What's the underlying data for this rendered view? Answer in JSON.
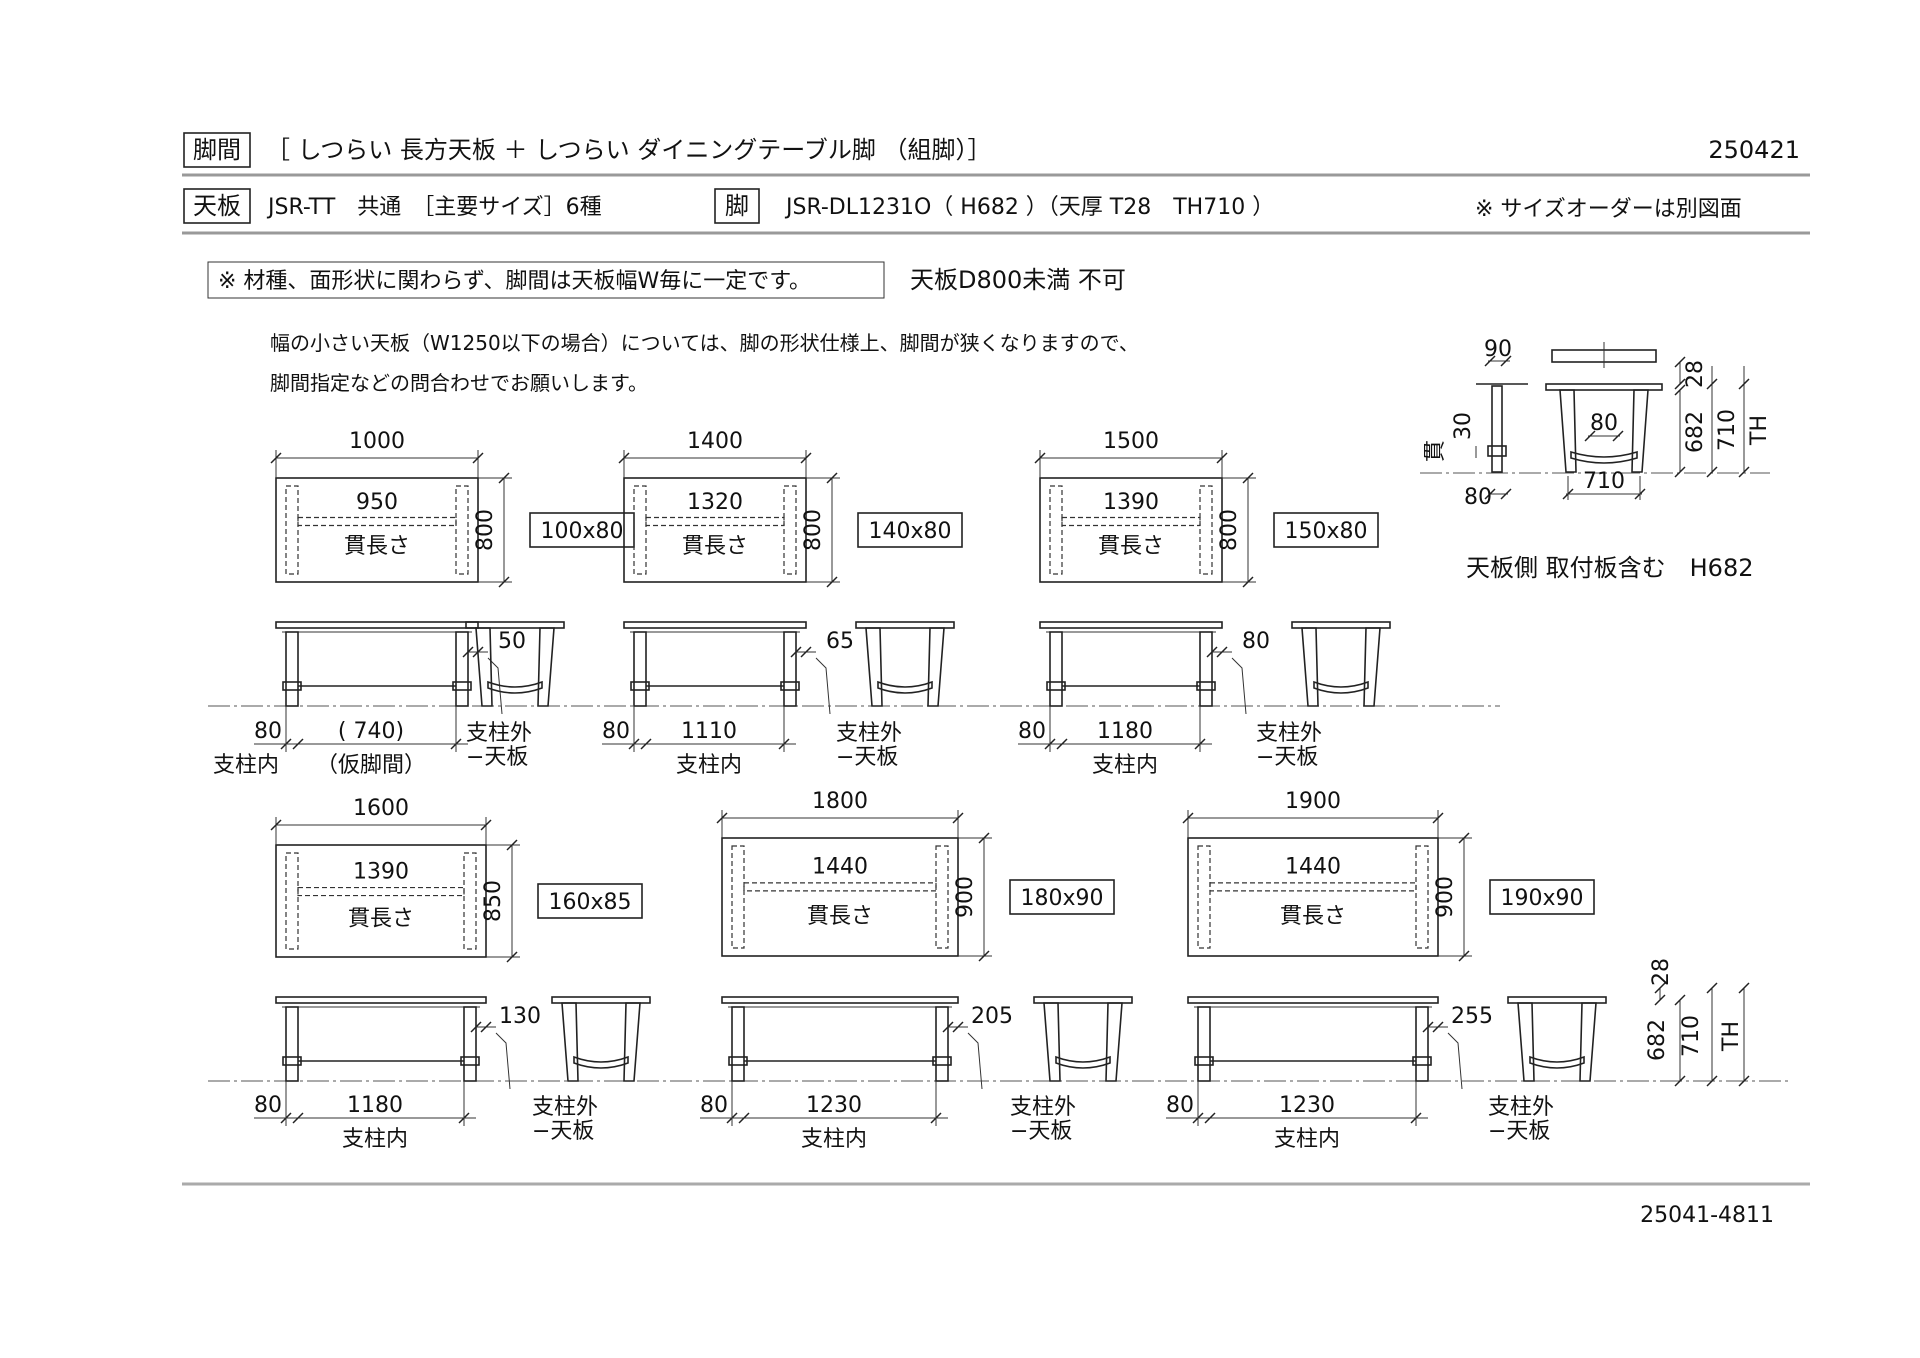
{
  "header": {
    "tag_legspace": "脚間",
    "title": "［ しつらい 長方天板 ＋ しつらい ダイニングテーブル脚 （組脚）］",
    "date_code": "250421",
    "tag_top": "天板",
    "top_model": "JSR-TT　共通　［主要サイズ］6種",
    "tag_leg": "脚",
    "leg_model": "JSR-DL1231O（ H682 ）（天厚 T28　TH710 ）",
    "size_order_note": "※ サイズオーダーは別図面"
  },
  "notes": {
    "boxed_note": "※ 材種、面形状に関わらず、脚間は天板幅W毎に一定です。",
    "limit_note": "天板D800未満 不可",
    "desc_line1": "幅の小さい天板（W1250以下の場合）については、脚の形状仕様上、脚間が狭くなりますので、",
    "desc_line2": "脚間指定などの問合わせでお願いします。"
  },
  "detail": {
    "leg_w": "90",
    "top_t": "28",
    "brace_h": "30",
    "brace_label": "貫",
    "lb": "80",
    "stance": "80",
    "leg_h": "682",
    "th": "710",
    "th_label": "TH",
    "foot_w": "80",
    "spread": "710",
    "caption": "天板側 取付板含む　H682"
  },
  "common": {
    "brace_len_label": "貫長さ",
    "inner_label": "支柱内",
    "outer_label1": "支柱外",
    "outer_label2": "−天板",
    "leg_w": "80",
    "temp_label": "（仮脚間）",
    "th_label": "TH"
  },
  "tables": [
    {
      "width": "1000",
      "inner_top": "950",
      "depth": "800",
      "code": "100x80",
      "overhang": "50",
      "leg": "80",
      "inner": "( 740)"
    },
    {
      "width": "1400",
      "inner_top": "1320",
      "depth": "800",
      "code": "140x80",
      "overhang": "65",
      "leg": "80",
      "inner": "1110"
    },
    {
      "width": "1500",
      "inner_top": "1390",
      "depth": "800",
      "code": "150x80",
      "overhang": "80",
      "leg": "80",
      "inner": "1180"
    },
    {
      "width": "1600",
      "inner_top": "1390",
      "depth": "850",
      "code": "160x85",
      "overhang": "130",
      "leg": "80",
      "inner": "1180"
    },
    {
      "width": "1800",
      "inner_top": "1440",
      "depth": "900",
      "code": "180x90",
      "overhang": "205",
      "leg": "80",
      "inner": "1230"
    },
    {
      "width": "1900",
      "inner_top": "1440",
      "depth": "900",
      "code": "190x90",
      "overhang": "255",
      "leg": "80",
      "inner": "1230"
    }
  ],
  "bottom_right": {
    "top_t": "28",
    "leg_h": "682",
    "th": "710",
    "th_label": "TH"
  },
  "footer": {
    "doc_no": "25041-4811"
  }
}
